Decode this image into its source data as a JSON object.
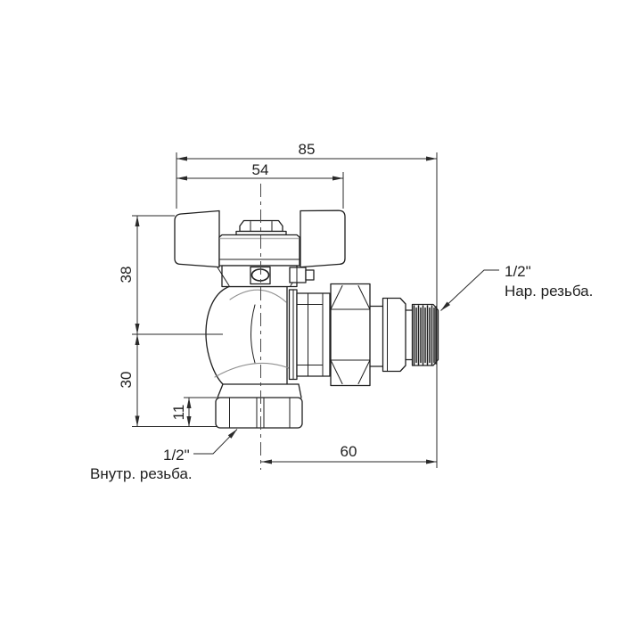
{
  "dimensions": {
    "overall_width": "85",
    "handle_width": "54",
    "height_upper": "38",
    "height_lower": "30",
    "nut_height": "11",
    "outlet_length": "60"
  },
  "labels": {
    "male_size": "1/2\"",
    "male_thread": "Нар. резьба.",
    "female_size": "1/2\"",
    "female_thread": "Внутр. резьба."
  },
  "colors": {
    "line": "#1f1f1f",
    "dim": "#2a2a2a",
    "soft": "#9a9a9a",
    "background": "#ffffff"
  }
}
